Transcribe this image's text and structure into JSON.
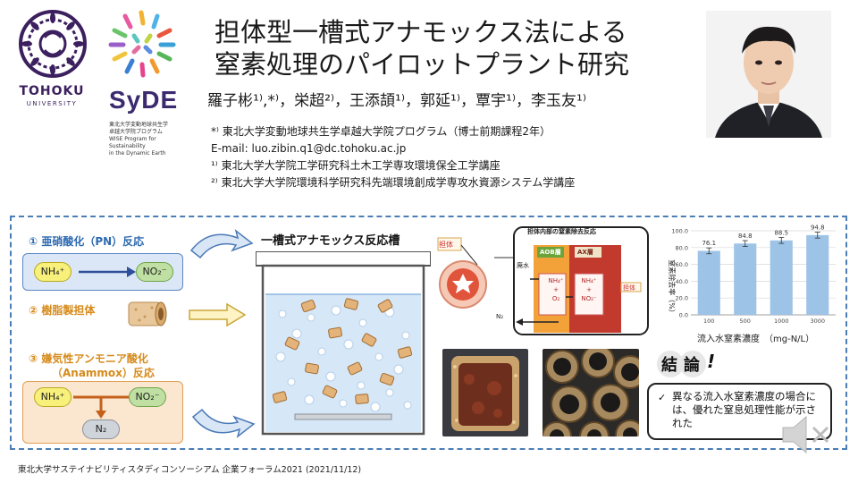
{
  "logos": {
    "tohoku_word": "TOHOKU",
    "tohoku_sub": "UNIVERSITY",
    "syde_word": "SyDE",
    "syde_sub_1": "東北大学変動地球共生学",
    "syde_sub_2": "卓越大学院プログラム",
    "syde_sub_3": "WISE Program for Sustainability",
    "syde_sub_4": "in the Dynamic Earth"
  },
  "title": {
    "line1": "担体型一槽式アナモックス法による",
    "line2": "窒素処理のパイロットプラント研究"
  },
  "authors": "羅子彬¹⁾,*⁾，栄超²⁾，王添頡¹⁾，郭延¹⁾，覃宇¹⁾，李玉友¹⁾",
  "affiliations": {
    "note_star": "*⁾ 東北大学変動地球共生学卓越大学院プログラム（博士前期課程2年）",
    "email": "E-mail: luo.zibin.q1@dc.tohoku.ac.jp",
    "affil1": "¹⁾ 東北大学大学院工学研究科土木工学専攻環境保全工学講座",
    "affil2": "²⁾ 東北大学大学院環境科学研究科先端環境創成学専攻水資源システム学講座"
  },
  "process": {
    "step1": "① 亜硝酸化（PN）反応",
    "step1_in": "NH₄⁺",
    "step1_out": "NO₂⁻",
    "step2": "② 樹脂製担体",
    "step3_line1": "③ 嫌気性アンモニア酸化",
    "step3_line2": "（Anammox）反応",
    "step3_a": "NH₄⁺",
    "step3_b": "NO₂⁻",
    "step3_out": "N₂"
  },
  "reactor": {
    "title": "一槽式アナモックス反応槽"
  },
  "mechanism": {
    "panel_title": "担体内部の窒素除去反応",
    "aob_label": "AOB層",
    "ax_label": "AX層",
    "wastewater": "廃水",
    "n2": "N₂",
    "carrier_tag_1": "担体",
    "carrier_tag_2": "担体",
    "left_species": [
      "NH₄⁺",
      "+",
      "O₂"
    ],
    "right_species": [
      "NH₄⁺",
      "+",
      "NO₂⁻"
    ]
  },
  "chart_data": {
    "type": "bar",
    "categories": [
      "100",
      "500",
      "1000",
      "3000"
    ],
    "values": [
      76.1,
      84.8,
      88.5,
      94.8
    ],
    "ylabel": "窒素除去率（%）",
    "xlabel": "流入水窒素濃度　（mg-N/L）",
    "ylim": [
      0,
      100
    ],
    "yticks": [
      "0.0",
      "20.0",
      "40.0",
      "60.0",
      "80.0",
      "100.0"
    ],
    "bar_color": "#9dc3e6",
    "error_bars": true
  },
  "conclusion": {
    "heading_1": "結",
    "heading_2": "論",
    "heading_mark": "!",
    "check": "✓",
    "text": "異なる流入水窒素濃度の場合には、優れた窒息処理性能が示された"
  },
  "footer": "東北大学サステイナビリティスタディコンソーシアム 企業フォーラム2021 (2021/11/12)",
  "colors": {
    "panel_border": "#4a7eb5",
    "blue_label": "#2e6ab0",
    "orange_label": "#d68a1a"
  },
  "icons": [
    "speaker-icon",
    "arrow-right-icon",
    "curved-arrow-icon"
  ]
}
